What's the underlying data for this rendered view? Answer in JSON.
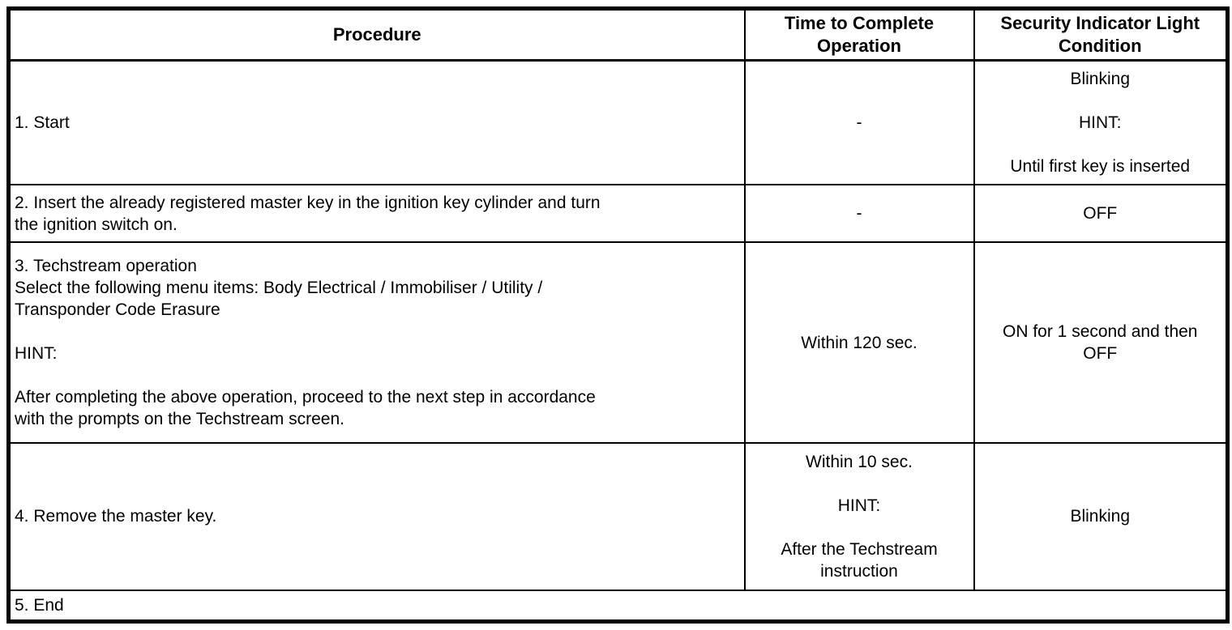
{
  "table": {
    "colors": {
      "border": "#000000",
      "background": "#ffffff",
      "text": "#000000"
    },
    "headers": [
      {
        "label": "Procedure"
      },
      {
        "label": "Time to Complete Operation"
      },
      {
        "label": "Security Indicator Light Condition"
      }
    ],
    "rows": [
      {
        "procedure": "1. Start",
        "time": "-",
        "indicator": "Blinking\n\nHINT:\n\nUntil first key is inserted"
      },
      {
        "procedure": "2. Insert the already registered master key in the ignition key cylinder and turn\nthe ignition switch on.",
        "time": "-",
        "indicator": "OFF"
      },
      {
        "procedure": "3. Techstream operation\nSelect the following menu items: Body Electrical / Immobiliser / Utility /\nTransponder Code Erasure\n\nHINT:\n\nAfter completing the above operation, proceed to the next step in accordance\nwith the prompts on the Techstream screen.",
        "time": "Within 120 sec.",
        "indicator": "ON for 1 second and then\nOFF"
      },
      {
        "procedure": "4. Remove the master key.",
        "time": "Within 10 sec.\n\nHINT:\n\nAfter the Techstream\ninstruction",
        "indicator": "Blinking"
      },
      {
        "procedure": "5. End"
      }
    ]
  }
}
